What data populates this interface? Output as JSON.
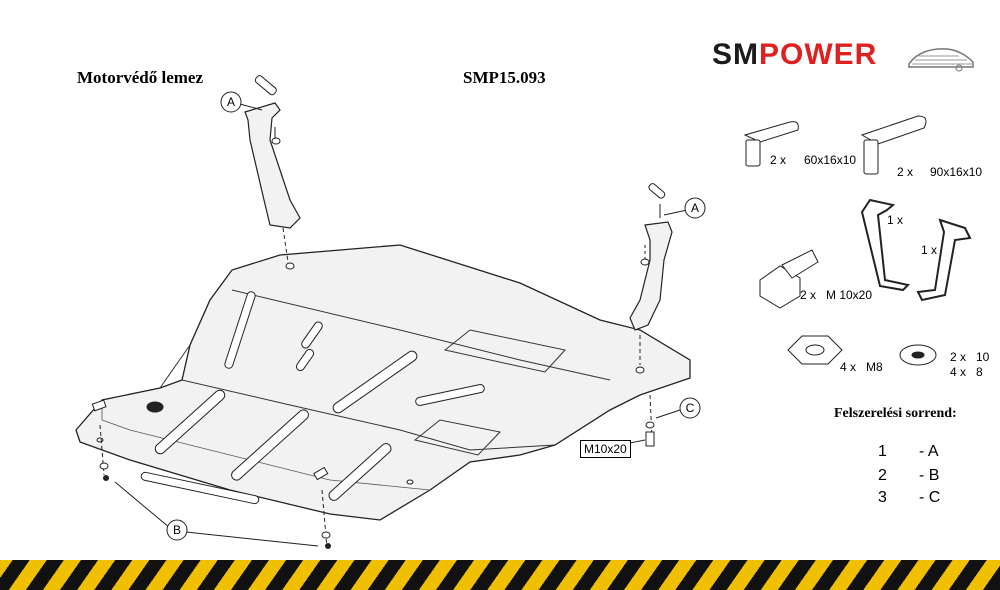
{
  "header": {
    "title": "Motorvédő lemez",
    "part_number": "SMP15.093"
  },
  "logo": {
    "brand_first": "SM",
    "brand_second": "POWER",
    "color_first": "#1a1a1a",
    "color_second": "#e02020"
  },
  "diagram": {
    "callouts": [
      "A",
      "A",
      "B",
      "C"
    ],
    "bolt_tag": "M10x20"
  },
  "parts": [
    {
      "qty": "2 x",
      "size": "60x16x10",
      "icon": "bracket-pin-short-icon"
    },
    {
      "qty": "2 x",
      "size": "90x16x10",
      "icon": "bracket-pin-long-icon"
    },
    {
      "qty": "1 x",
      "size": "",
      "icon": "z-bracket-long-icon"
    },
    {
      "qty": "1 x",
      "size": "",
      "icon": "z-bracket-short-icon"
    },
    {
      "qty": "2 x",
      "size": "M 10x20",
      "icon": "bolt-icon"
    },
    {
      "qty": "4 x",
      "size": "M8",
      "icon": "nut-icon"
    },
    {
      "qty": "2 x",
      "size": "10",
      "icon": "washer-icon"
    },
    {
      "qty": "4 x",
      "size": "8",
      "icon": "washer-icon"
    }
  ],
  "sequence": {
    "title": "Felszerelési sorrend:",
    "steps": [
      {
        "num": "1",
        "letter": "- A"
      },
      {
        "num": "2",
        "letter": "- B"
      },
      {
        "num": "3",
        "letter": "- C"
      }
    ]
  },
  "colors": {
    "stripe_yellow": "#f0c000",
    "stripe_black": "#111111",
    "line": "#222222",
    "plate_fill": "#f2f2f2"
  }
}
